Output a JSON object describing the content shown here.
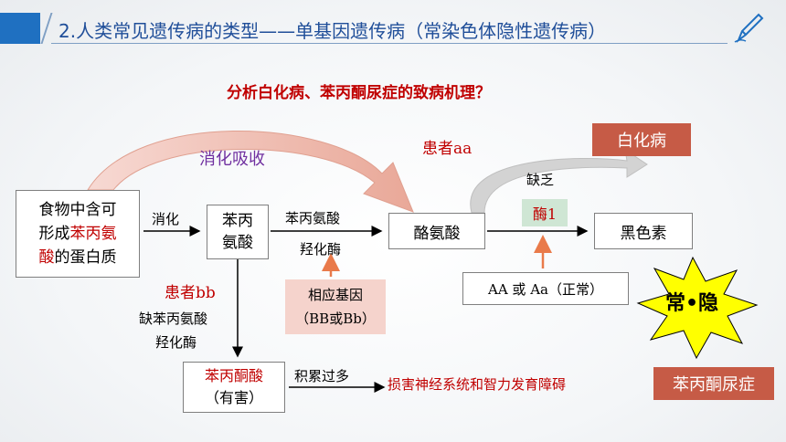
{
  "header": {
    "title": "2.人类常见遗传病的类型——单基因遗传病（常染色体隐性遗传病）"
  },
  "question": "分析白化病、苯丙酮尿症的致病机理？",
  "nodes": {
    "food_line1": "食物中含可",
    "food_line2_a": "形成",
    "food_line2_b": "苯丙氨",
    "food_line3_a": "酸",
    "food_line3_b": "的蛋白质",
    "phe_line1": "苯丙",
    "phe_line2": "氨酸",
    "tyr": "酪氨酸",
    "melanin": "黑色素",
    "ppa_line1": "苯丙酮酸",
    "ppa_line2": "（有害）",
    "gene_line1": "相应基因",
    "gene_line2": "（BB或Bb）",
    "normal": "AA 或 Aa（正常）",
    "enzyme1": "酶1",
    "albinism": "白化病",
    "pku": "苯丙酮尿症"
  },
  "labels": {
    "digest_absorb": "消化吸收",
    "digest": "消化",
    "phe_hydroxylase_1": "苯丙氨酸",
    "phe_hydroxylase_2": "羟化酶",
    "patient_aa": "患者aa",
    "lack": "缺乏",
    "patient_bb": "患者bb",
    "lack_phe_1": "缺苯丙氨酸",
    "lack_phe_2": "羟化酶",
    "accumulate": "积累过多",
    "damage": "损害神经系统和智力发育障碍"
  },
  "burst": {
    "text": "常•隐",
    "fill": "#ffff00"
  },
  "colors": {
    "accent_red": "#c00000",
    "header_blue": "#1f70c1",
    "box_brown": "#c65b46",
    "pink_fill": "#f5d3cc",
    "purple": "#7030a0"
  }
}
